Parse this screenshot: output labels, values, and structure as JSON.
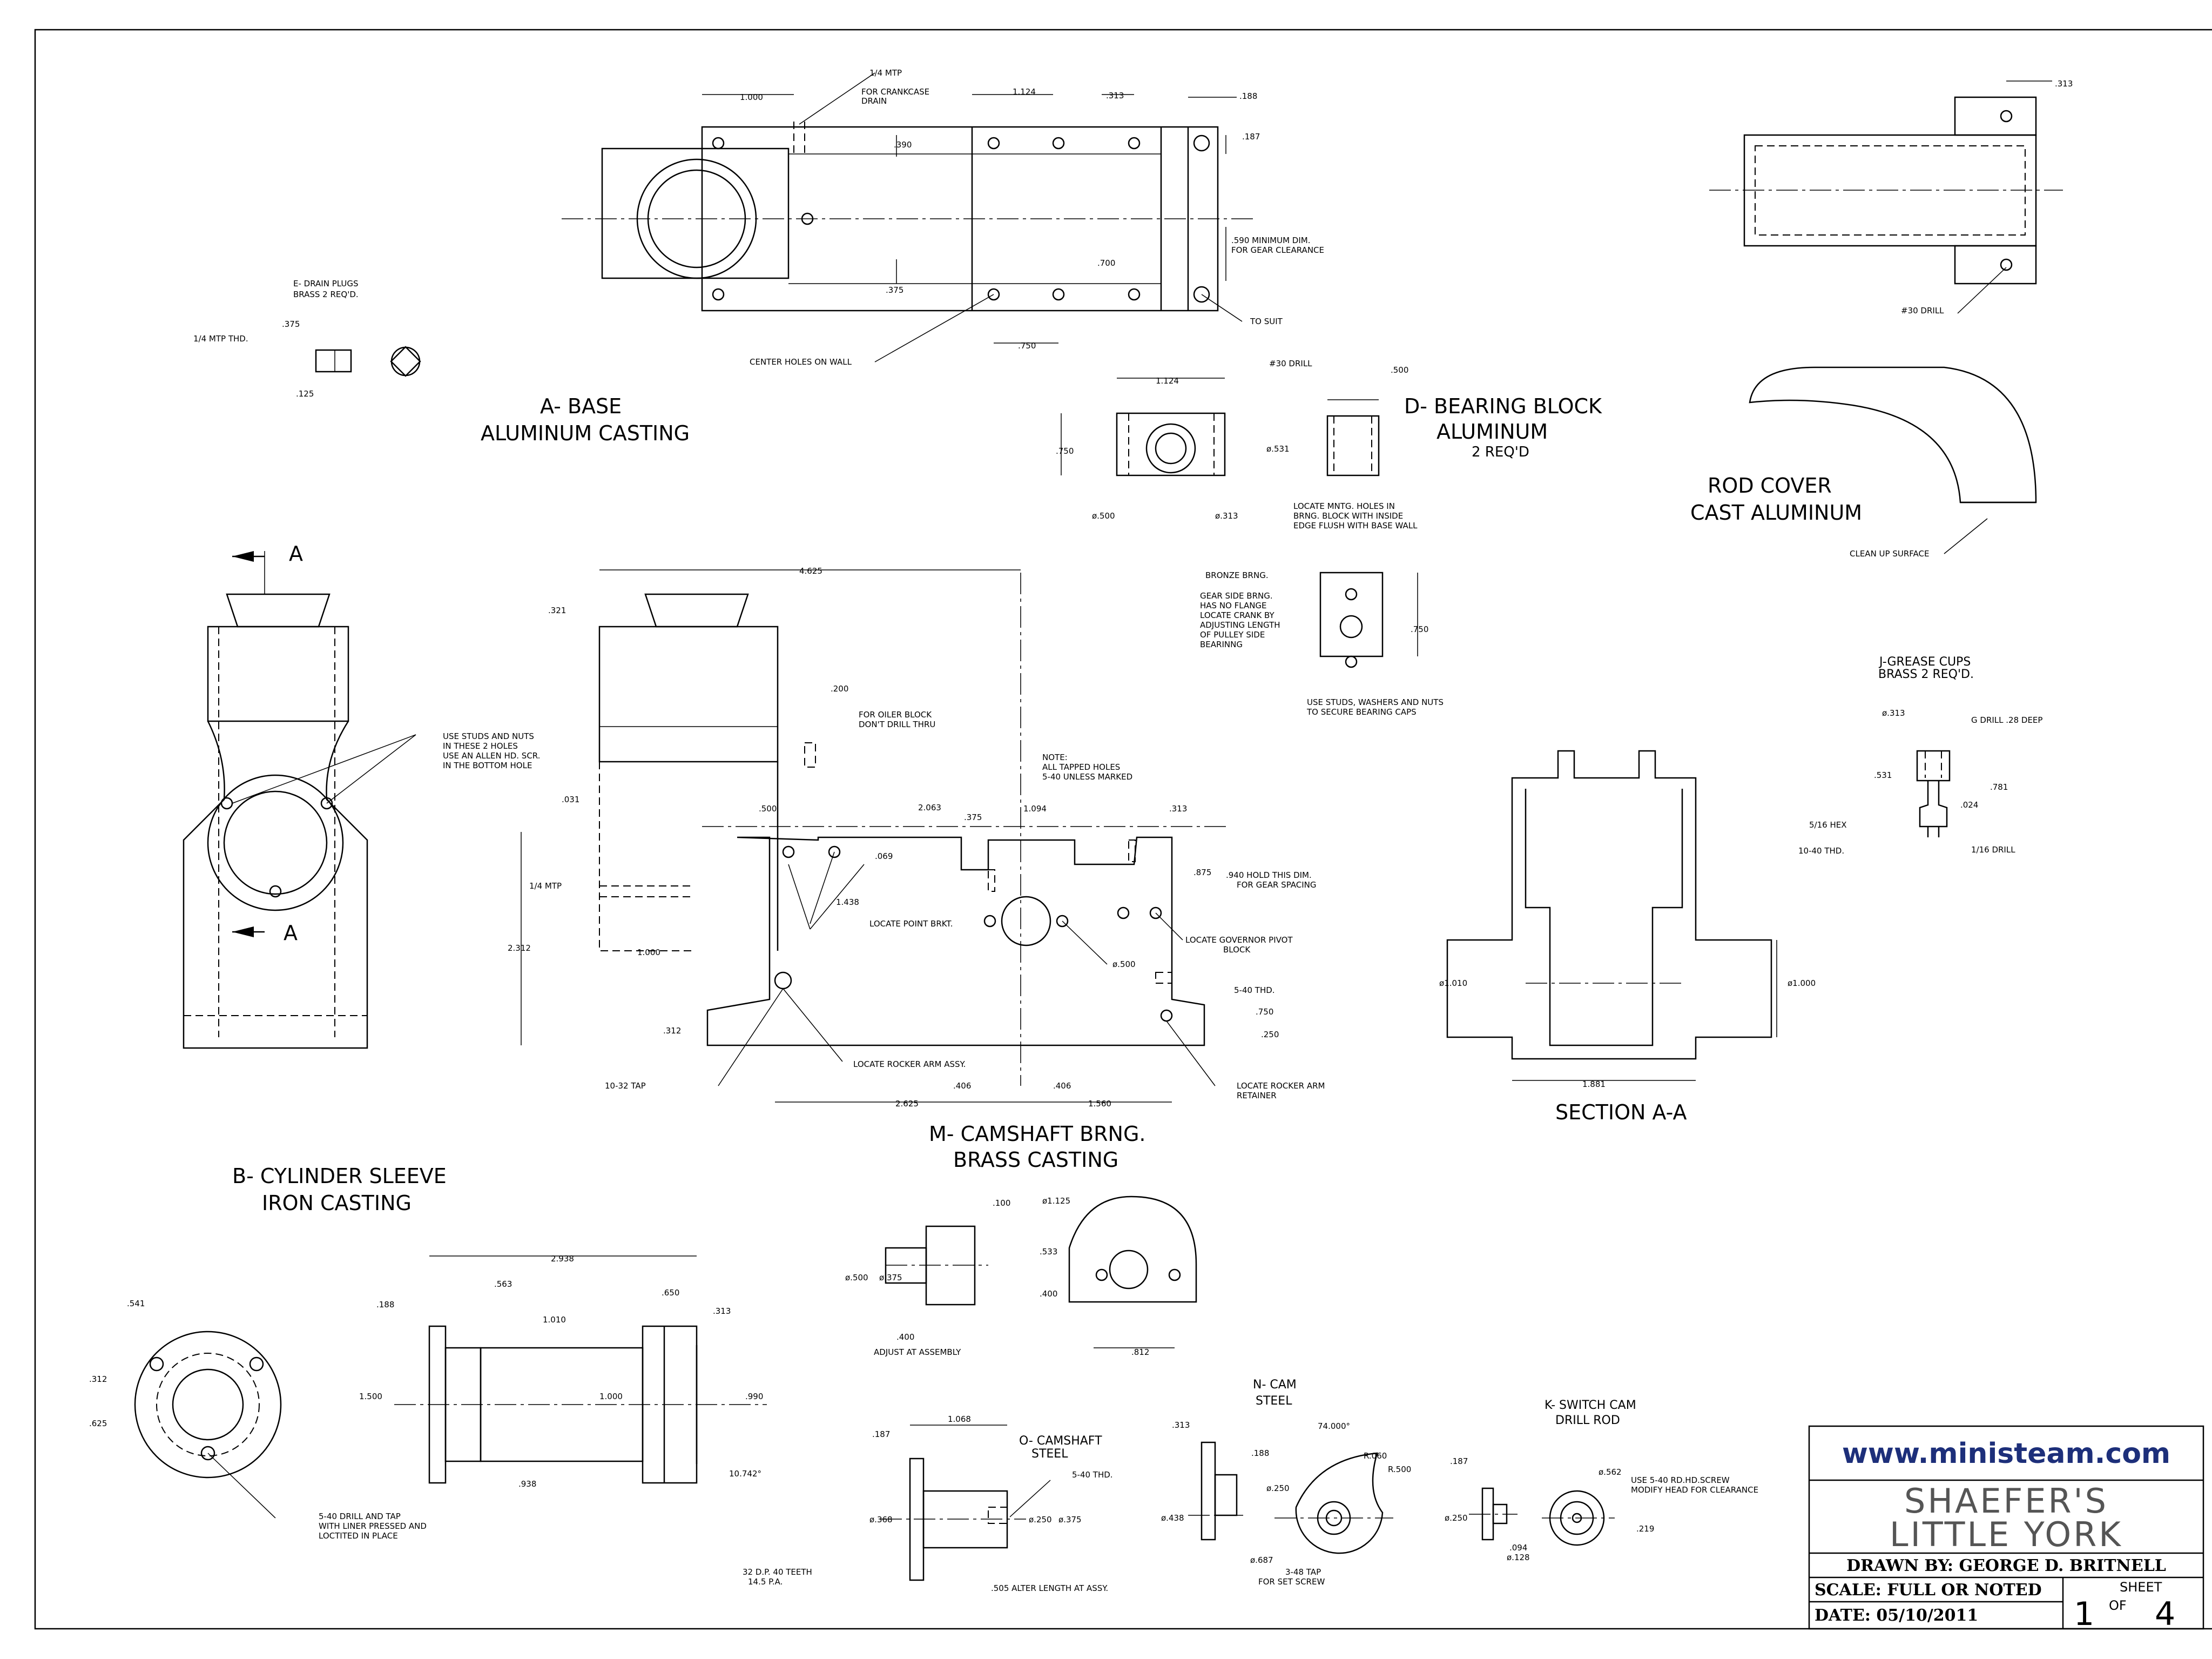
{
  "views": {
    "a_base": {
      "title": "A- BASE",
      "subtitle": "ALUMINUM CASTING"
    },
    "b_sleeve": {
      "title": "B- CYLINDER SLEEVE",
      "subtitle": "IRON CASTING"
    },
    "d_bearing": {
      "title": "D- BEARING BLOCK",
      "subtitle": "ALUMINUM",
      "qty": "2 REQ'D"
    },
    "e_plugs": {
      "title": "E- DRAIN PLUGS",
      "subtitle": "BRASS 2 REQ'D."
    },
    "j_grease": {
      "title": "J-GREASE CUPS",
      "subtitle": "BRASS  2 REQ'D."
    },
    "k_switch": {
      "title": "K- SWITCH CAM",
      "subtitle": "DRILL ROD"
    },
    "m_camshaft": {
      "title": "M- CAMSHAFT BRNG.",
      "subtitle": "BRASS CASTING"
    },
    "n_cam": {
      "title": "N- CAM",
      "subtitle": "STEEL"
    },
    "o_camshaft": {
      "title": "O- CAMSHAFT",
      "subtitle": "STEEL"
    },
    "rod_cover": {
      "title": "ROD COVER",
      "subtitle": "CAST ALUMINUM"
    },
    "section": {
      "title": "SECTION A-A"
    },
    "section_marker": {
      "letter": "A"
    }
  },
  "notes": {
    "mtp_drain_1": "1/4 MTP",
    "mtp_drain_2": "FOR CRANKCASE",
    "mtp_drain_3": "DRAIN",
    "min_dim_1": ".590 MINIMUM DIM.",
    "min_dim_2": "FOR GEAR CLEARANCE",
    "to_suit": "TO SUIT",
    "center_holes": "CENTER HOLES ON WALL",
    "drill30": "#30 DRILL",
    "locate_mntg_1": "LOCATE MNTG. HOLES IN",
    "locate_mntg_2": "BRNG. BLOCK WITH INSIDE",
    "locate_mntg_3": "EDGE FLUSH WITH BASE WALL",
    "bronze_brng": "BRONZE BRNG.",
    "gear_side_1": "GEAR SIDE BRNG.",
    "gear_side_2": "HAS NO FLANGE",
    "gear_side_3": "LOCATE CRANK BY",
    "gear_side_4": "ADJUSTING LENGTH",
    "gear_side_5": "OF PULLEY SIDE",
    "gear_side_6": "BEARINNG",
    "use_studs_1": "USE STUDS, WASHERS AND NUTS",
    "use_studs_2": "TO SECURE BEARING CAPS",
    "clean_up": "CLEAN UP SURFACE",
    "studs_nuts_1": "USE STUDS AND NUTS",
    "studs_nuts_2": "IN THESE 2 HOLES",
    "studs_nuts_3": "USE AN ALLEN HD. SCR.",
    "studs_nuts_4": "IN THE BOTTOM HOLE",
    "oiler_1": "FOR OILER BLOCK",
    "oiler_2": "DON'T DRILL THRU",
    "tapped_1": "NOTE:",
    "tapped_2": "ALL TAPPED HOLES",
    "tapped_3": "5-40 UNLESS MARKED",
    "hold_dim_1": ".940 HOLD THIS DIM.",
    "hold_dim_2": "FOR GEAR SPACING",
    "locate_point": "LOCATE POINT BRKT.",
    "locate_gov_1": "LOCATE GOVERNOR PIVOT",
    "locate_gov_2": "BLOCK",
    "five40_thd": "5-40 THD.",
    "locate_rocker": "LOCATE ROCKER ARM ASSY.",
    "tap1032": "10-32 TAP",
    "rocker_ret_1": "LOCATE ROCKER ARM",
    "rocker_ret_2": "RETAINER",
    "g_drill": "G DRILL .28 DEEP",
    "hex516": "5/16 HEX",
    "thd1040": "10-40 THD.",
    "drill116": "1/16 DRILL",
    "liner_1": "5-40 DRILL AND TAP",
    "liner_2": "WITH LINER PRESSED AND",
    "liner_3": "LOCTITED IN PLACE",
    "adjust": "ADJUST AT ASSEMBLY",
    "teeth_1": "32 D.P. 40 TEETH",
    "teeth_2": "14.5 P.A.",
    "alter": ".505 ALTER LENGTH AT ASSY.",
    "set_screw_1": "3-48 TAP",
    "set_screw_2": "FOR SET SCREW",
    "rdhd_1": "USE 5-40 RD.HD.SCREW",
    "rdhd_2": "MODIFY HEAD FOR CLEARANCE",
    "mtp14": "1/4 MTP",
    "mtp_thd": "1/4 MTP THD."
  },
  "dims": {
    "d1000": "1.000",
    "d1124": "1.124",
    "d313": ".313",
    "d188": ".188",
    "d187": ".187",
    "d390": ".390",
    "d375": ".375",
    "d700": ".700",
    "d750": ".750",
    "d500": ".500",
    "d531": "ø.531",
    "d500dia": "ø.500",
    "d313dia": "ø.313",
    "d125": ".125",
    "d4625": "4.625",
    "d321": ".321",
    "d200": ".200",
    "d031": ".031",
    "d2063": "2.063",
    "d1094": "1.094",
    "d069": ".069",
    "d875": ".875",
    "d1438": "1.438",
    "d2312": "2.312",
    "d312": ".312",
    "d250": ".250",
    "d406": ".406",
    "d2625": "2.625",
    "d1560": "1.560",
    "d1010": "ø1.010",
    "d1000dia": "ø1.000",
    "d1881": "1.881",
    "d313g": "ø.313",
    "d531g": ".531",
    "d781": ".781",
    "d024": ".024",
    "d2938": "2.938",
    "d563": ".563",
    "d650": ".650",
    "d1010b": "1.010",
    "d1500": "1.500",
    "d1000b": "1.000",
    "d990": ".990",
    "d938": ".938",
    "d541": ".541",
    "d312b": ".312",
    "d625": ".625",
    "d10742": "10.742°",
    "d100": ".100",
    "d1125": "ø1.125",
    "d533": ".533",
    "d400": ".400",
    "d812": ".812",
    "d500c": "ø.500",
    "d375c": "ø.375",
    "d1068": "1.068",
    "d368": "ø.368",
    "d250c": "ø.250",
    "d375d": "ø.375",
    "d74000": "74.000°",
    "dR060": "R.060",
    "dR500": "R.500",
    "d438": "ø.438",
    "d250n": "ø.250",
    "d687": "ø.687",
    "d562": "ø.562",
    "d219": ".219",
    "d094": ".094",
    "d128": "ø.128",
    "d250k": "ø.250",
    "d5040": "5-40 THD."
  },
  "title_block": {
    "website": "www.ministeam.com",
    "name_line1": "SHAEFER'S",
    "name_line2": "LITTLE YORK",
    "drawn_by": "DRAWN BY: GEORGE D. BRITNELL",
    "scale": "SCALE: FULL OR NOTED",
    "date": "DATE: 05/10/2011",
    "sheet_label": "SHEET",
    "sheet_num": "1",
    "of_label": "OF",
    "sheet_total": "4"
  },
  "colors": {
    "website": "#1d2f7a",
    "name": "#555555",
    "line": "#000000"
  }
}
